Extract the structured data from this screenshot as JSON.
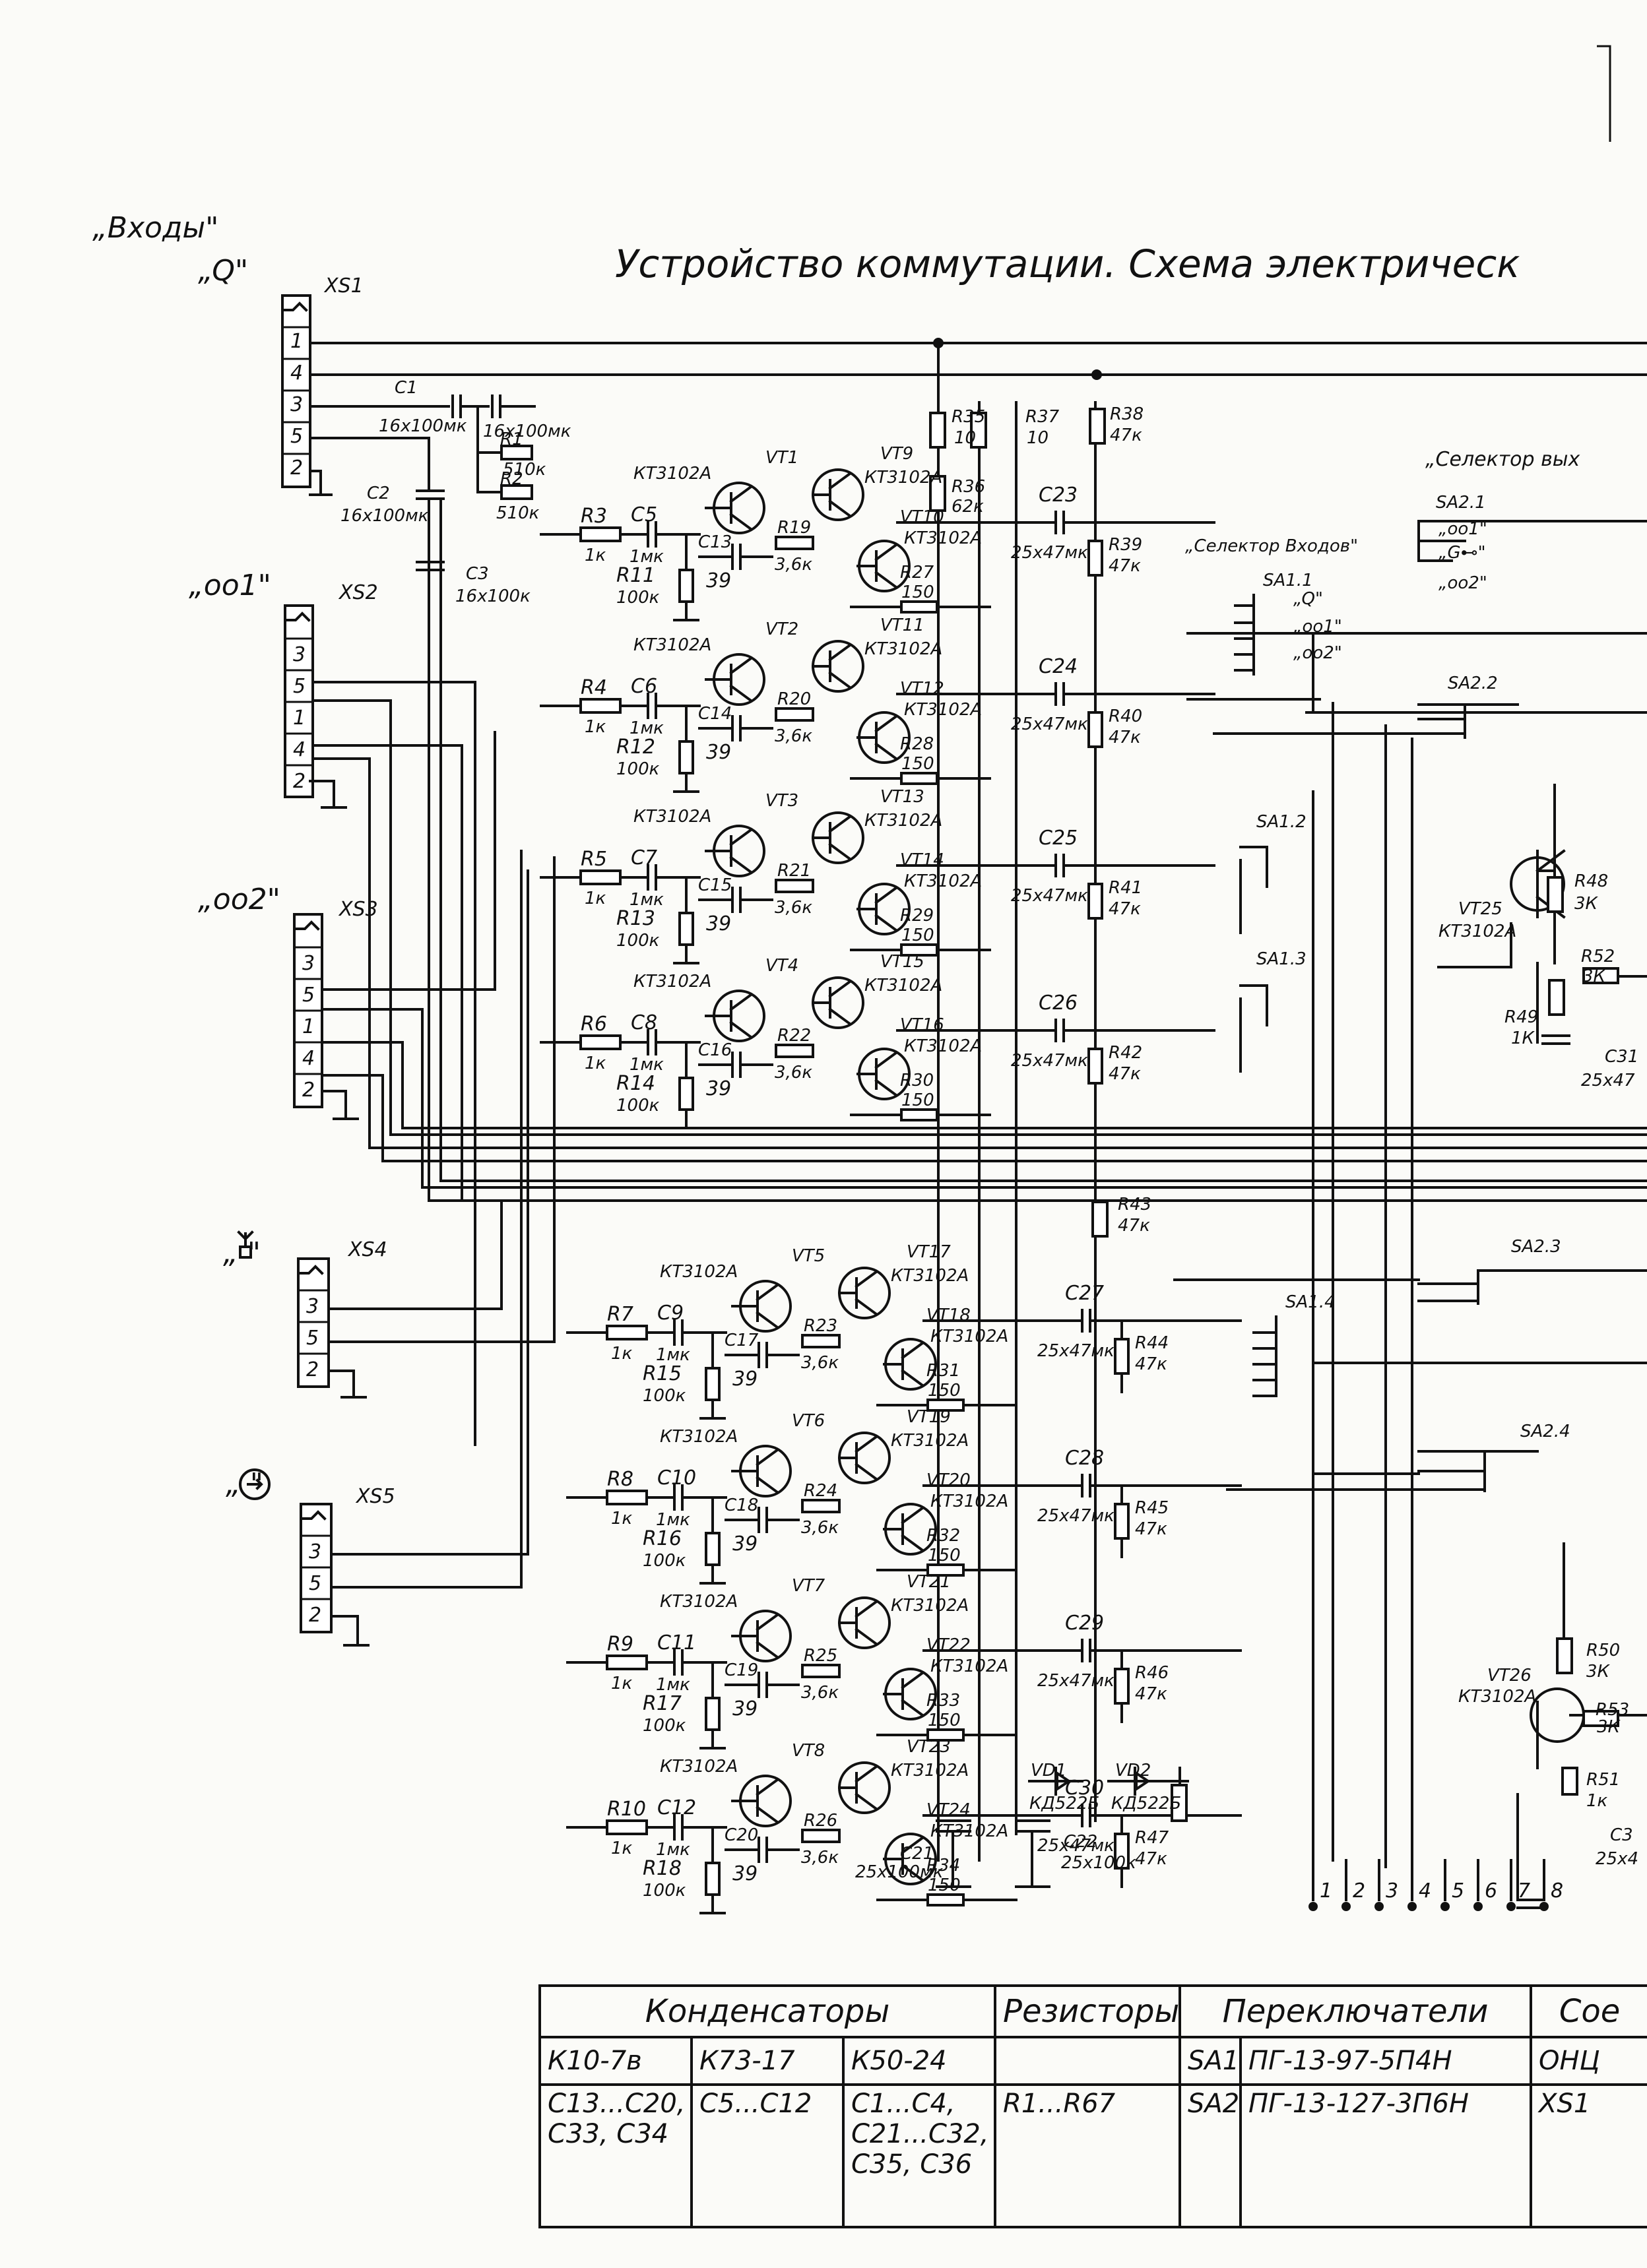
{
  "title": "Устройство коммутации. Схема электрическ",
  "inputs_heading": "„Входы\"",
  "selector_inputs_label": "„Селектор Входов\"",
  "selector_outputs_label": "„Селектор вых",
  "input_names": {
    "q": "„Q\"",
    "o1": "„oo1\"",
    "o2": "„oo2\"",
    "antenna": "„ \"",
    "circle": "„ \""
  },
  "connectors": {
    "xs1": {
      "ref": "XS1",
      "pins": [
        "1",
        "4",
        "3",
        "5",
        "2"
      ]
    },
    "xs2": {
      "ref": "XS2",
      "pins": [
        "3",
        "5",
        "1",
        "4",
        "2"
      ]
    },
    "xs3": {
      "ref": "XS3",
      "pins": [
        "3",
        "5",
        "1",
        "4",
        "2"
      ]
    },
    "xs4": {
      "ref": "XS4",
      "pins": [
        "3",
        "5",
        "2"
      ]
    },
    "xs5": {
      "ref": "XS5",
      "pins": [
        "3",
        "5",
        "2"
      ]
    }
  },
  "switch_labels": {
    "sa2_1": "SA2.1",
    "sa2_2": "SA2.2",
    "sa2_3": "SA2.3",
    "sa2_4": "SA2.4",
    "sa1_1": "SA1.1",
    "sa1_2": "SA1.2",
    "sa1_3": "SA1.3",
    "sa1_4": "SA1.4",
    "sa2_1_positions": [
      "„oo1\"",
      "„G⊷\"",
      "„oo2\""
    ],
    "sa1_1_positions": [
      "„Q\"",
      "„oo1\"",
      "„oo2\""
    ]
  },
  "input_caps": {
    "c1": [
      "C1",
      "16х100мк"
    ],
    "c1b": [
      "",
      "16х100мк"
    ],
    "c2": [
      "C2",
      "16х100мк"
    ],
    "c3": [
      "C3",
      "16х100к"
    ],
    "r1": [
      "R1",
      "510к"
    ],
    "r2": [
      "R2",
      "510к"
    ]
  },
  "stages": [
    {
      "r_in": "R3",
      "c_in": "C5",
      "r_gnd": "R11",
      "c_fb": "C13",
      "r_fb": "R19",
      "r_e": "R27",
      "vt_a": "VT1",
      "vt_b": "VT9",
      "vt_c": "VT10",
      "c_out": "C23",
      "r_out": "R39"
    },
    {
      "r_in": "R4",
      "c_in": "C6",
      "r_gnd": "R12",
      "c_fb": "C14",
      "r_fb": "R20",
      "r_e": "R28",
      "vt_a": "VT2",
      "vt_b": "VT11",
      "vt_c": "VT12",
      "c_out": "C24",
      "r_out": "R40"
    },
    {
      "r_in": "R5",
      "c_in": "C7",
      "r_gnd": "R13",
      "c_fb": "C15",
      "r_fb": "R21",
      "r_e": "R29",
      "vt_a": "VT3",
      "vt_b": "VT13",
      "vt_c": "VT14",
      "c_out": "C25",
      "r_out": "R41"
    },
    {
      "r_in": "R6",
      "c_in": "C8",
      "r_gnd": "R14",
      "c_fb": "C16",
      "r_fb": "R22",
      "r_e": "R30",
      "vt_a": "VT4",
      "vt_b": "VT15",
      "vt_c": "VT16",
      "c_out": "C26",
      "r_out": "R42"
    },
    {
      "r_in": "R7",
      "c_in": "C9",
      "r_gnd": "R15",
      "c_fb": "C17",
      "r_fb": "R23",
      "r_e": "R31",
      "vt_a": "VT5",
      "vt_b": "VT17",
      "vt_c": "VT18",
      "c_out": "C27",
      "r_out": "R44"
    },
    {
      "r_in": "R8",
      "c_in": "C10",
      "r_gnd": "R16",
      "c_fb": "C18",
      "r_fb": "R24",
      "r_e": "R32",
      "vt_a": "VT6",
      "vt_b": "VT19",
      "vt_c": "VT20",
      "c_out": "C28",
      "r_out": "R45"
    },
    {
      "r_in": "R9",
      "c_in": "C11",
      "r_gnd": "R17",
      "c_fb": "C19",
      "r_fb": "R25",
      "r_e": "R33",
      "vt_a": "VT7",
      "vt_b": "VT21",
      "vt_c": "VT22",
      "c_out": "C29",
      "r_out": "R46"
    },
    {
      "r_in": "R10",
      "c_in": "C12",
      "r_gnd": "R18",
      "c_fb": "C20",
      "r_fb": "R26",
      "r_e": "R34",
      "vt_a": "VT8",
      "vt_b": "VT23",
      "vt_c": "VT24",
      "c_out": "C30",
      "r_out": "R47"
    }
  ],
  "stage_values": {
    "r_in": "1к",
    "c_in": "1мк",
    "r_gnd": "100к",
    "c_fb": "39",
    "r_fb": "3,6к",
    "r_e": "150",
    "c_out": "25х47мк",
    "r_out": "47к",
    "transistor": "КТ3102А"
  },
  "supply_parts": {
    "r35": [
      "R35",
      "10"
    ],
    "r36": [
      "R36",
      "62к"
    ],
    "r37": [
      "R37",
      "10"
    ],
    "r38": [
      "R38",
      "47к"
    ],
    "r43": [
      "R43",
      "47к"
    ],
    "c21": [
      "C21",
      "25х100мк"
    ],
    "c22": [
      "C22",
      "25х100к"
    ],
    "vd1": [
      "VD1",
      "КД522Б"
    ],
    "vd2": [
      "VD2",
      "КД522Б"
    ]
  },
  "right_parts": {
    "r48": [
      "R48",
      "3К"
    ],
    "r49": [
      "R49",
      "1К"
    ],
    "r52": [
      "R52",
      "3К"
    ],
    "c31": [
      "C31",
      "25х47"
    ],
    "vt25": [
      "VT25",
      "КТ3102А"
    ],
    "r50": [
      "R50",
      "3К"
    ],
    "r51": [
      "R51",
      "1к"
    ],
    "r53": [
      "R53",
      "3К"
    ],
    "c32": [
      "C3",
      "25х4"
    ],
    "vt26": [
      "VT26",
      "КТ3102А"
    ]
  },
  "output_pins": [
    "1",
    "2",
    "3",
    "4",
    "5",
    "6",
    "7",
    "8"
  ],
  "bom": {
    "headers": [
      "Конденсаторы",
      "Резисторы",
      "Переключатели",
      "Сое"
    ],
    "cap_types": [
      "К10-7в",
      "К73-17",
      "К50-24"
    ],
    "cap_items": [
      "C13...C20, C33, C34",
      "C5...C12",
      "C1...C4, C21...C32, C35, C36"
    ],
    "resistors": "R1...R67",
    "switches": [
      {
        "ref": "SA1",
        "type": "ПГ-13-97-5П4Н"
      },
      {
        "ref": "SA2",
        "type": "ПГ-13-127-3П6Н"
      }
    ],
    "connector_type": "ОНЦ",
    "connector_ref": "XS1"
  }
}
